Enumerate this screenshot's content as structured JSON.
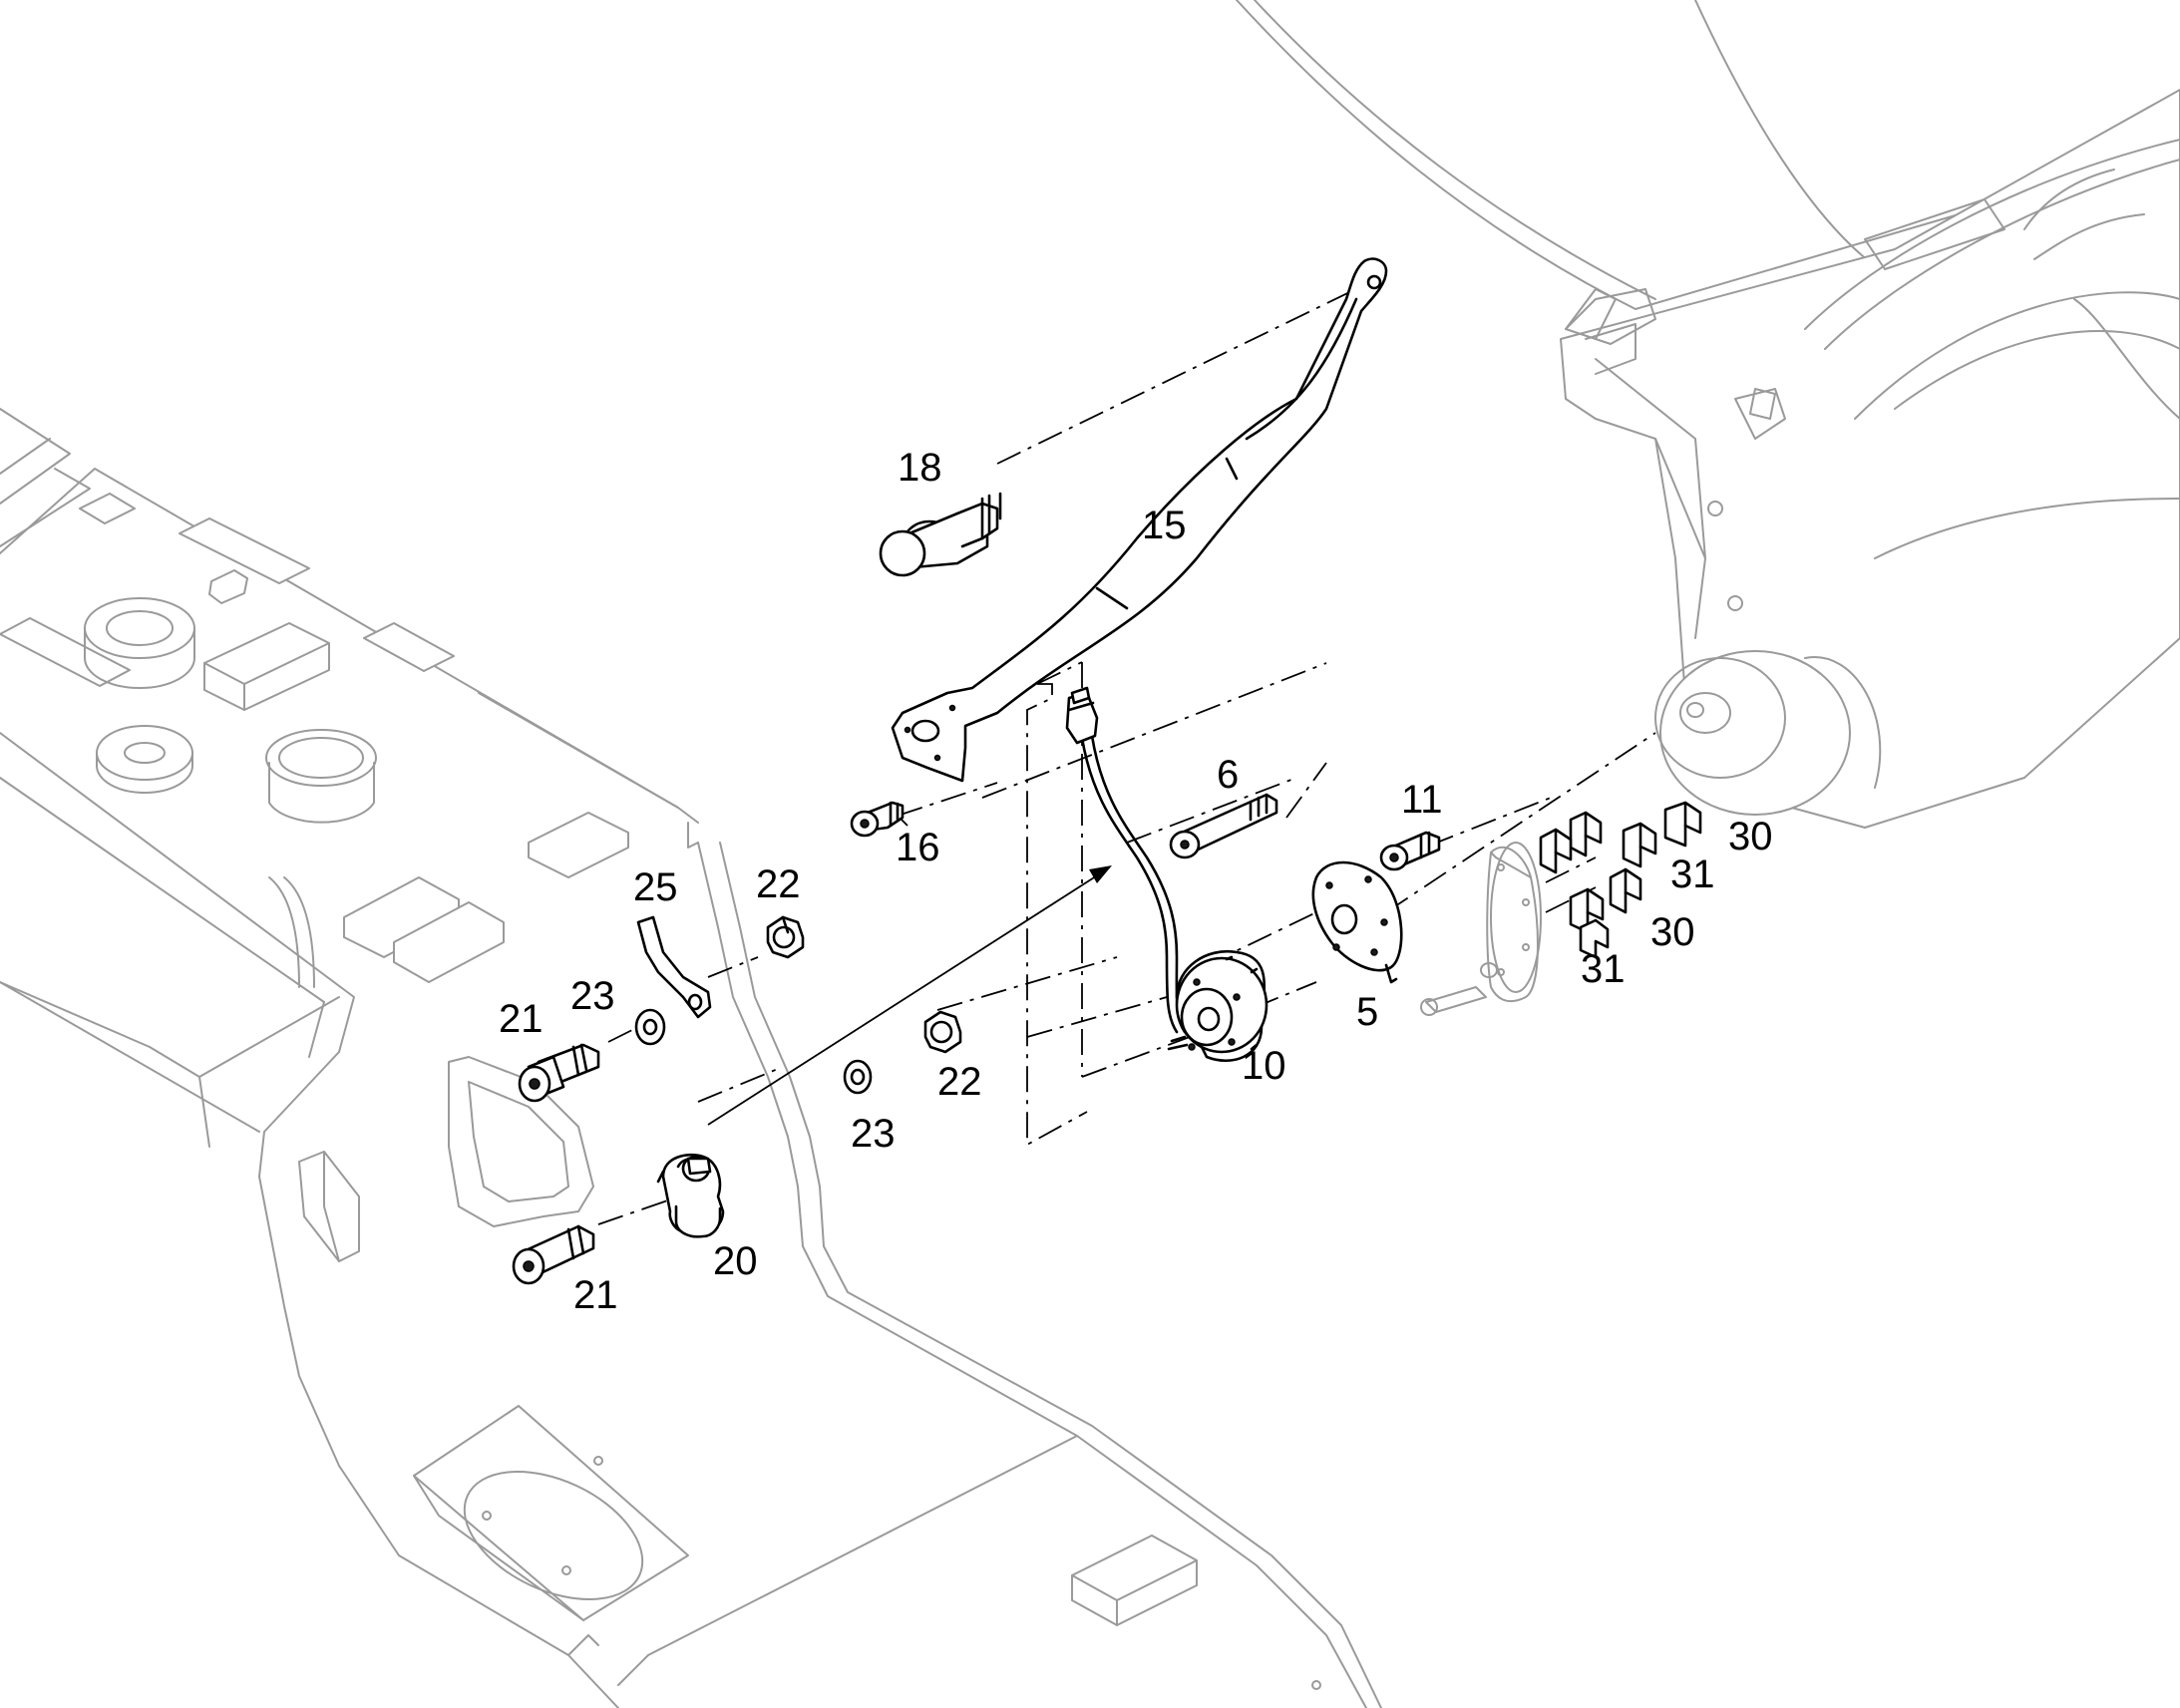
{
  "callouts": {
    "c18": "18",
    "c15": "15",
    "c16": "16",
    "c6": "6",
    "c11": "11",
    "c30a": "30",
    "c31a": "31",
    "c30b": "30",
    "c31b": "31",
    "c5": "5",
    "c10": "10",
    "c25": "25",
    "c22a": "22",
    "c23a": "23",
    "c21a": "21",
    "c22b": "22",
    "c23b": "23",
    "c20": "20",
    "c21b": "21"
  }
}
